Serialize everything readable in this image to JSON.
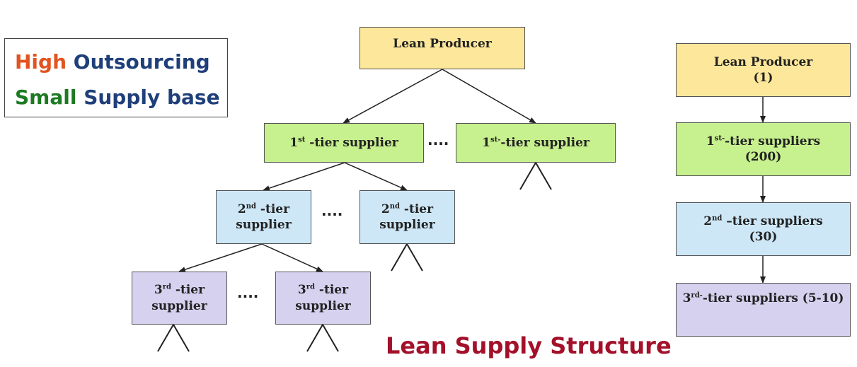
{
  "legend": {
    "line1_word1": "High",
    "line1_word2": "Outsourcing",
    "line2_word1": "Small",
    "line2_word2": "Supply base"
  },
  "tree": {
    "root": "Lean Producer",
    "tier1_left": {
      "prefix": "1",
      "sup": "st",
      "suffix": " -tier supplier"
    },
    "tier1_right": {
      "prefix": "1",
      "sup": "st-",
      "suffix": "-tier supplier"
    },
    "tier2_left": {
      "prefix": "2",
      "sup": "nd",
      "suffix": " -tier",
      "line2": "supplier"
    },
    "tier2_right": {
      "prefix": "2",
      "sup": "nd",
      "suffix": " -tier",
      "line2": "supplier"
    },
    "tier3_left": {
      "prefix": "3",
      "sup": "rd",
      "suffix": " -tier",
      "line2": "supplier"
    },
    "tier3_right": {
      "prefix": "3",
      "sup": "rd",
      "suffix": " -tier",
      "line2": "supplier"
    },
    "ellipsis": "...."
  },
  "chain": {
    "producer": {
      "label": "Lean Producer",
      "count": "(1)"
    },
    "tier1": {
      "prefix": "1",
      "sup": "st-",
      "suffix": "-tier suppliers",
      "count": "(200)"
    },
    "tier2": {
      "prefix": "2",
      "sup": "nd",
      "suffix": " –tier suppliers",
      "count": "(30)"
    },
    "tier3": {
      "prefix": "3",
      "sup": "rd-",
      "suffix": "-tier suppliers (5-10)"
    }
  },
  "title": "Lean Supply Structure",
  "colors": {
    "yellow": "#fce79a",
    "green": "#c7f08e",
    "blue": "#cde7f7",
    "purple": "#d6d1ee",
    "high": "#e2531f",
    "outsourcing": "#1f3f7a",
    "small": "#1c7a22",
    "supply_base": "#1f3f7a",
    "title": "#a3102a"
  }
}
